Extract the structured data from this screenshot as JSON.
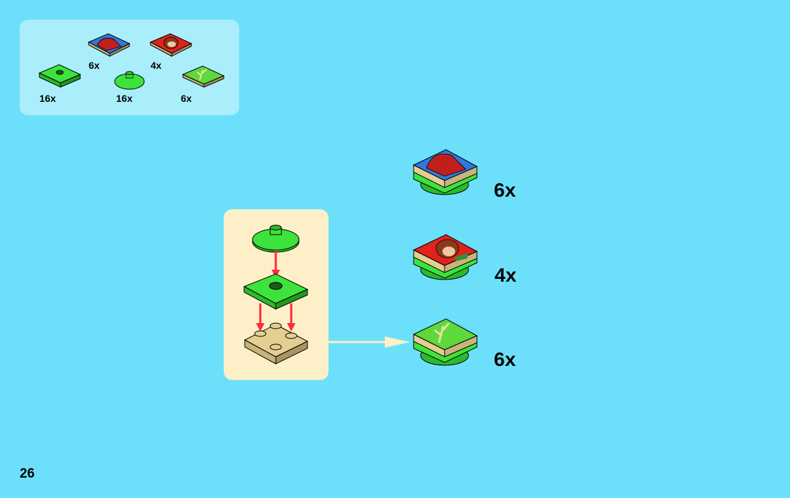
{
  "parts_list": {
    "items": [
      {
        "icon": "green-tile-jumper-icon",
        "qty": "16x"
      },
      {
        "icon": "printed-tile-blue-figure-icon",
        "qty": "6x"
      },
      {
        "icon": "green-round-plate-icon",
        "qty": "16x"
      },
      {
        "icon": "printed-tile-red-face-icon",
        "qty": "4x"
      },
      {
        "icon": "printed-tile-green-plant-icon",
        "qty": "6x"
      }
    ]
  },
  "results": [
    {
      "icon": "assembled-blue-figure-tile-icon",
      "qty": "6x"
    },
    {
      "icon": "assembled-red-face-tile-icon",
      "qty": "4x"
    },
    {
      "icon": "assembled-green-plant-tile-icon",
      "qty": "6x"
    }
  ],
  "colors": {
    "background": "#6ce0fb",
    "callout": "#aaeefc",
    "step_box": "#fdf0c8",
    "brick_green": "#3de33b",
    "brick_tan": "#e3cf92",
    "arrow_red": "#ff2a3a"
  },
  "page_number": "26"
}
